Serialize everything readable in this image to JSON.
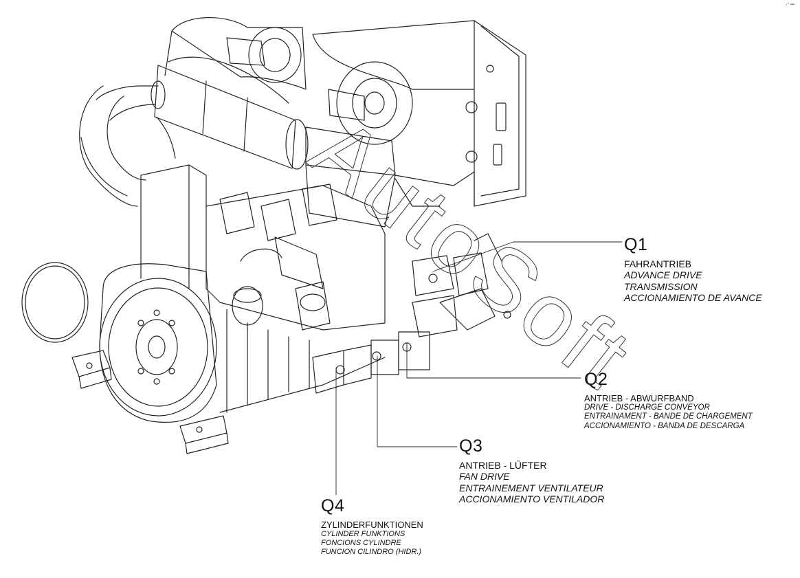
{
  "corner_mark": "₀⁰ ▪▪▪",
  "watermark": "AutoSoft",
  "callouts": {
    "q1": {
      "code": "Q1",
      "line1": "FAHRANTRIEB",
      "line2": "ADVANCE DRIVE",
      "line3": "TRANSMISSION",
      "line4": "ACCIONAMIENTO DE AVANCE"
    },
    "q2": {
      "code": "Q2",
      "line1": "ANTRIEB - ABWURFBAND",
      "line2": "DRIVE - DISCHARGE CONVEYOR",
      "line3": "ENTRAINAMENT -  BANDE DE CHARGEMENT",
      "line4": "ACCIONAMIENTO - BANDA DE DESCARGA"
    },
    "q3": {
      "code": "Q3",
      "line1": "ANTRIEB - LÜFTER",
      "line2": "FAN DRIVE",
      "line3": "ENTRAINEMENT VENTILATEUR",
      "line4": "ACCIONAMIENTO VENTILADOR"
    },
    "q4": {
      "code": "Q4",
      "line1": "ZYLINDERFUNKTIONEN",
      "line2": "CYLINDER FUNKTIONS",
      "line3": "FONCIONS CYLINDRE",
      "line4": "FUNCION CILINDRO (HIDR.)"
    }
  }
}
